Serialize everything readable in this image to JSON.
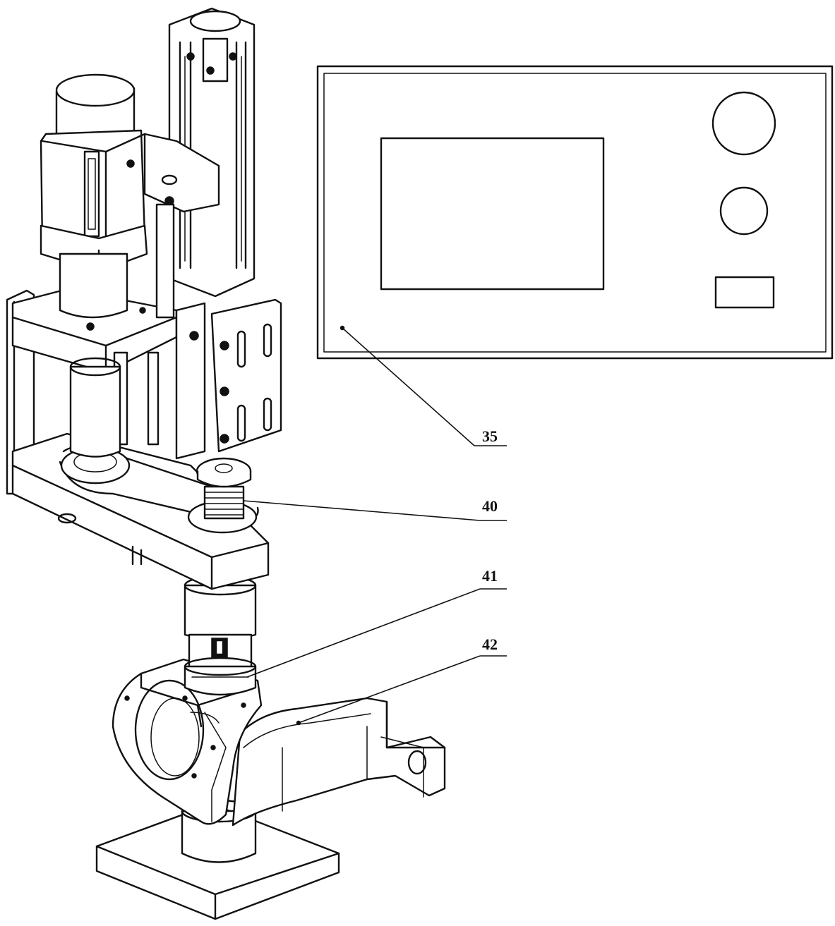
{
  "figure": {
    "callouts": [
      {
        "id": "35",
        "text": "35"
      },
      {
        "id": "40",
        "text": "40"
      },
      {
        "id": "41",
        "text": "41"
      },
      {
        "id": "42",
        "text": "42"
      }
    ]
  }
}
